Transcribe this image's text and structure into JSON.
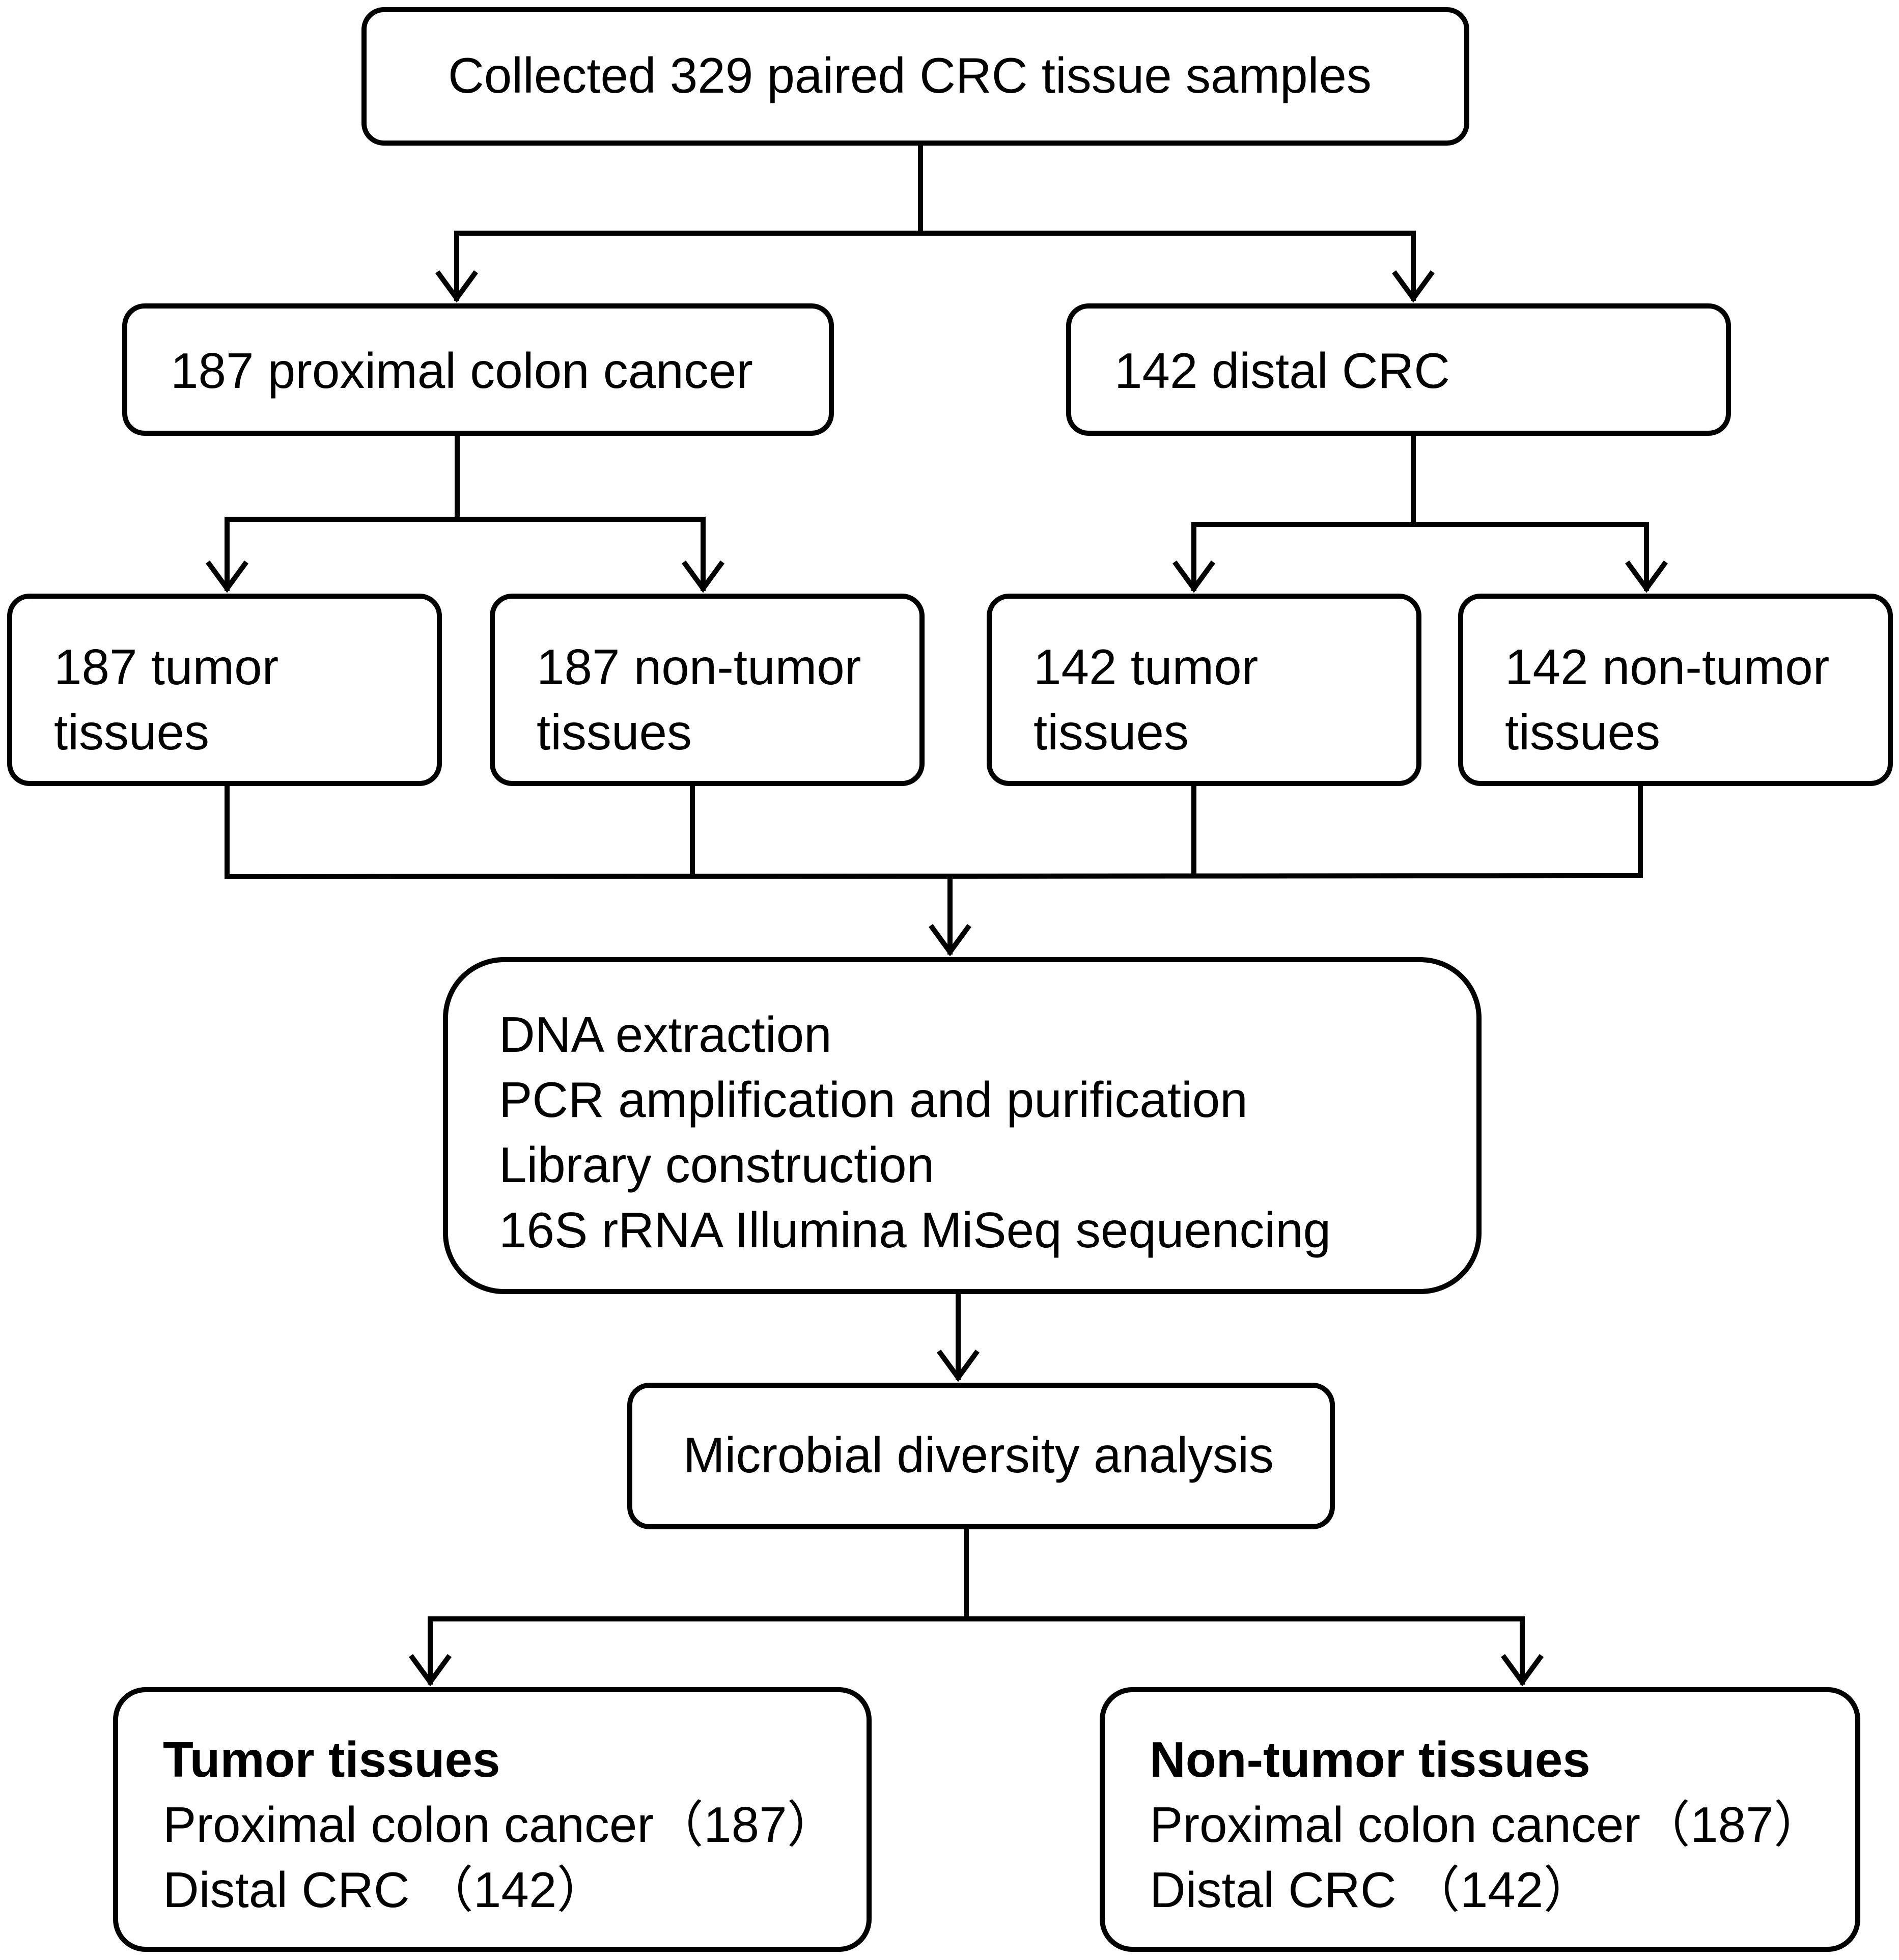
{
  "flowchart": {
    "collected": "Collected 329 paired CRC tissue samples",
    "proximal": "187 proximal colon cancer",
    "distal": "142 distal CRC",
    "proximal_tumor": [
      "187 tumor",
      "tissues"
    ],
    "proximal_nontumor": [
      "187 non-tumor",
      "tissues"
    ],
    "distal_tumor": [
      "142 tumor",
      "tissues"
    ],
    "distal_nontumor": [
      "142 non-tumor",
      "tissues"
    ],
    "sequencing_steps": [
      "DNA extraction",
      "PCR amplification and purification",
      "Library construction",
      "16S rRNA Illumina MiSeq sequencing"
    ],
    "diversity": "Microbial diversity analysis",
    "tumor_group": {
      "title": "Tumor tissues",
      "lines": [
        "Proximal colon cancer（187）",
        "Distal CRC （142）"
      ]
    },
    "nontumor_group": {
      "title": "Non-tumor tissues",
      "lines": [
        "Proximal colon cancer（187）",
        "Distal CRC （142）"
      ]
    }
  }
}
